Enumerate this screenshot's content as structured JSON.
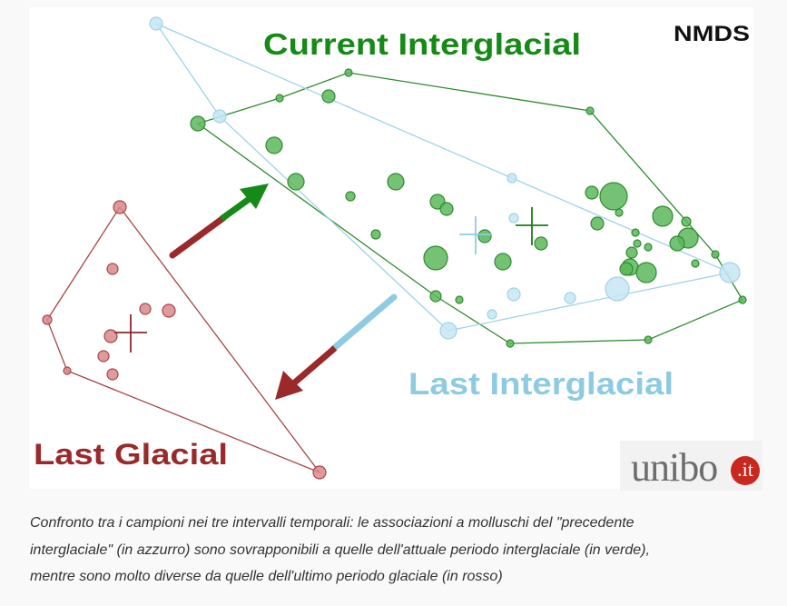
{
  "chart_data": {
    "type": "scatter",
    "title": "NMDS",
    "xlabel": "",
    "ylabel": "",
    "xlim": [
      -2.1,
      1.9
    ],
    "ylim": [
      -1.25,
      1.4
    ],
    "grid": false,
    "legend": "none (groups labelled directly)",
    "series": [
      {
        "name": "Current Interglacial",
        "color": "#2e8b2e",
        "fill": "#5cb85c",
        "points": [
          [
            -1.16,
            0.77,
            8
          ],
          [
            -0.71,
            0.91,
            4
          ],
          [
            -0.44,
            0.92,
            7
          ],
          [
            -0.33,
            1.05,
            4
          ],
          [
            1.0,
            0.84,
            4
          ],
          [
            -0.74,
            0.65,
            9
          ],
          [
            -0.62,
            0.45,
            9
          ],
          [
            -0.32,
            0.37,
            5
          ],
          [
            -0.07,
            0.45,
            9
          ],
          [
            0.16,
            0.34,
            8
          ],
          [
            0.21,
            0.3,
            7
          ],
          [
            -0.18,
            0.16,
            5
          ],
          [
            0.42,
            0.15,
            7
          ],
          [
            0.15,
            0.03,
            13
          ],
          [
            0.52,
            0.01,
            9
          ],
          [
            0.73,
            0.11,
            7
          ],
          [
            1.01,
            0.39,
            7
          ],
          [
            1.13,
            0.37,
            15
          ],
          [
            1.16,
            0.28,
            4
          ],
          [
            1.04,
            0.22,
            7
          ],
          [
            1.25,
            0.17,
            4
          ],
          [
            1.4,
            0.26,
            11
          ],
          [
            1.53,
            0.23,
            5
          ],
          [
            1.54,
            0.14,
            11
          ],
          [
            1.48,
            0.11,
            8
          ],
          [
            1.26,
            0.11,
            4
          ],
          [
            1.32,
            0.09,
            4
          ],
          [
            1.23,
            0.06,
            6
          ],
          [
            1.22,
            -0.02,
            9
          ],
          [
            1.2,
            -0.03,
            7
          ],
          [
            1.31,
            -0.05,
            11
          ],
          [
            1.58,
            0.0,
            4
          ],
          [
            1.69,
            0.05,
            4
          ],
          [
            0.15,
            -0.18,
            6
          ],
          [
            0.28,
            -0.2,
            4
          ],
          [
            1.84,
            -0.2,
            4
          ],
          [
            1.32,
            -0.42,
            4
          ],
          [
            0.56,
            -0.44,
            4
          ]
        ],
        "hull": [
          0,
          1,
          3,
          4,
          32,
          35,
          36,
          37,
          33
        ],
        "centroid": [
          0.68,
          0.21
        ]
      },
      {
        "name": "Last Interglacial",
        "color": "#9fd3e8",
        "fill": "#c6e6f3",
        "points": [
          [
            -1.39,
            1.32,
            7
          ],
          [
            -1.04,
            0.81,
            7
          ],
          [
            0.57,
            0.47,
            5
          ],
          [
            0.58,
            0.25,
            5
          ],
          [
            0.42,
            0.15,
            4
          ],
          [
            0.58,
            -0.17,
            7
          ],
          [
            0.46,
            -0.28,
            5
          ],
          [
            0.89,
            -0.19,
            6
          ],
          [
            1.15,
            -0.14,
            13
          ],
          [
            1.77,
            -0.05,
            11
          ],
          [
            0.22,
            -0.37,
            9
          ]
        ],
        "hull": [
          0,
          2,
          9,
          10,
          1
        ],
        "centroid": [
          0.37,
          0.16
        ]
      },
      {
        "name": "Last Glacial",
        "color": "#a64545",
        "fill": "#d9898b",
        "points": [
          [
            -1.59,
            0.31,
            7
          ],
          [
            -1.63,
            -0.03,
            6
          ],
          [
            -1.45,
            -0.25,
            6
          ],
          [
            -1.32,
            -0.26,
            7
          ],
          [
            -1.64,
            -0.4,
            7
          ],
          [
            -1.68,
            -0.51,
            6
          ],
          [
            -1.63,
            -0.61,
            6
          ],
          [
            -1.99,
            -0.31,
            5
          ],
          [
            -1.88,
            -0.59,
            4
          ],
          [
            -0.49,
            -1.15,
            7
          ]
        ],
        "hull": [
          0,
          9,
          8,
          7
        ],
        "centroid": [
          -1.53,
          -0.38
        ]
      }
    ],
    "labels": {
      "current": "Current Interglacial",
      "last_interglacial": "Last Interglacial",
      "last_glacial": "Last Glacial",
      "method": "NMDS"
    },
    "label_colors": {
      "current": "#168a16",
      "last_interglacial": "#8ecbe2",
      "last_glacial": "#9a2a2a",
      "method": "#111111"
    }
  },
  "logo": {
    "text": "unibo",
    "suffix": ".it"
  },
  "caption": {
    "lines": [
      "Confronto tra i campioni nei tre intervalli temporali: le associazioni a molluschi del \"precedente",
      "interglaciale\" (in azzurro) sono sovrapponibili a quelle dell'attuale periodo interglaciale (in verde),",
      "mentre sono molto diverse da quelle dell'ultimo periodo glaciale (in rosso)"
    ]
  }
}
